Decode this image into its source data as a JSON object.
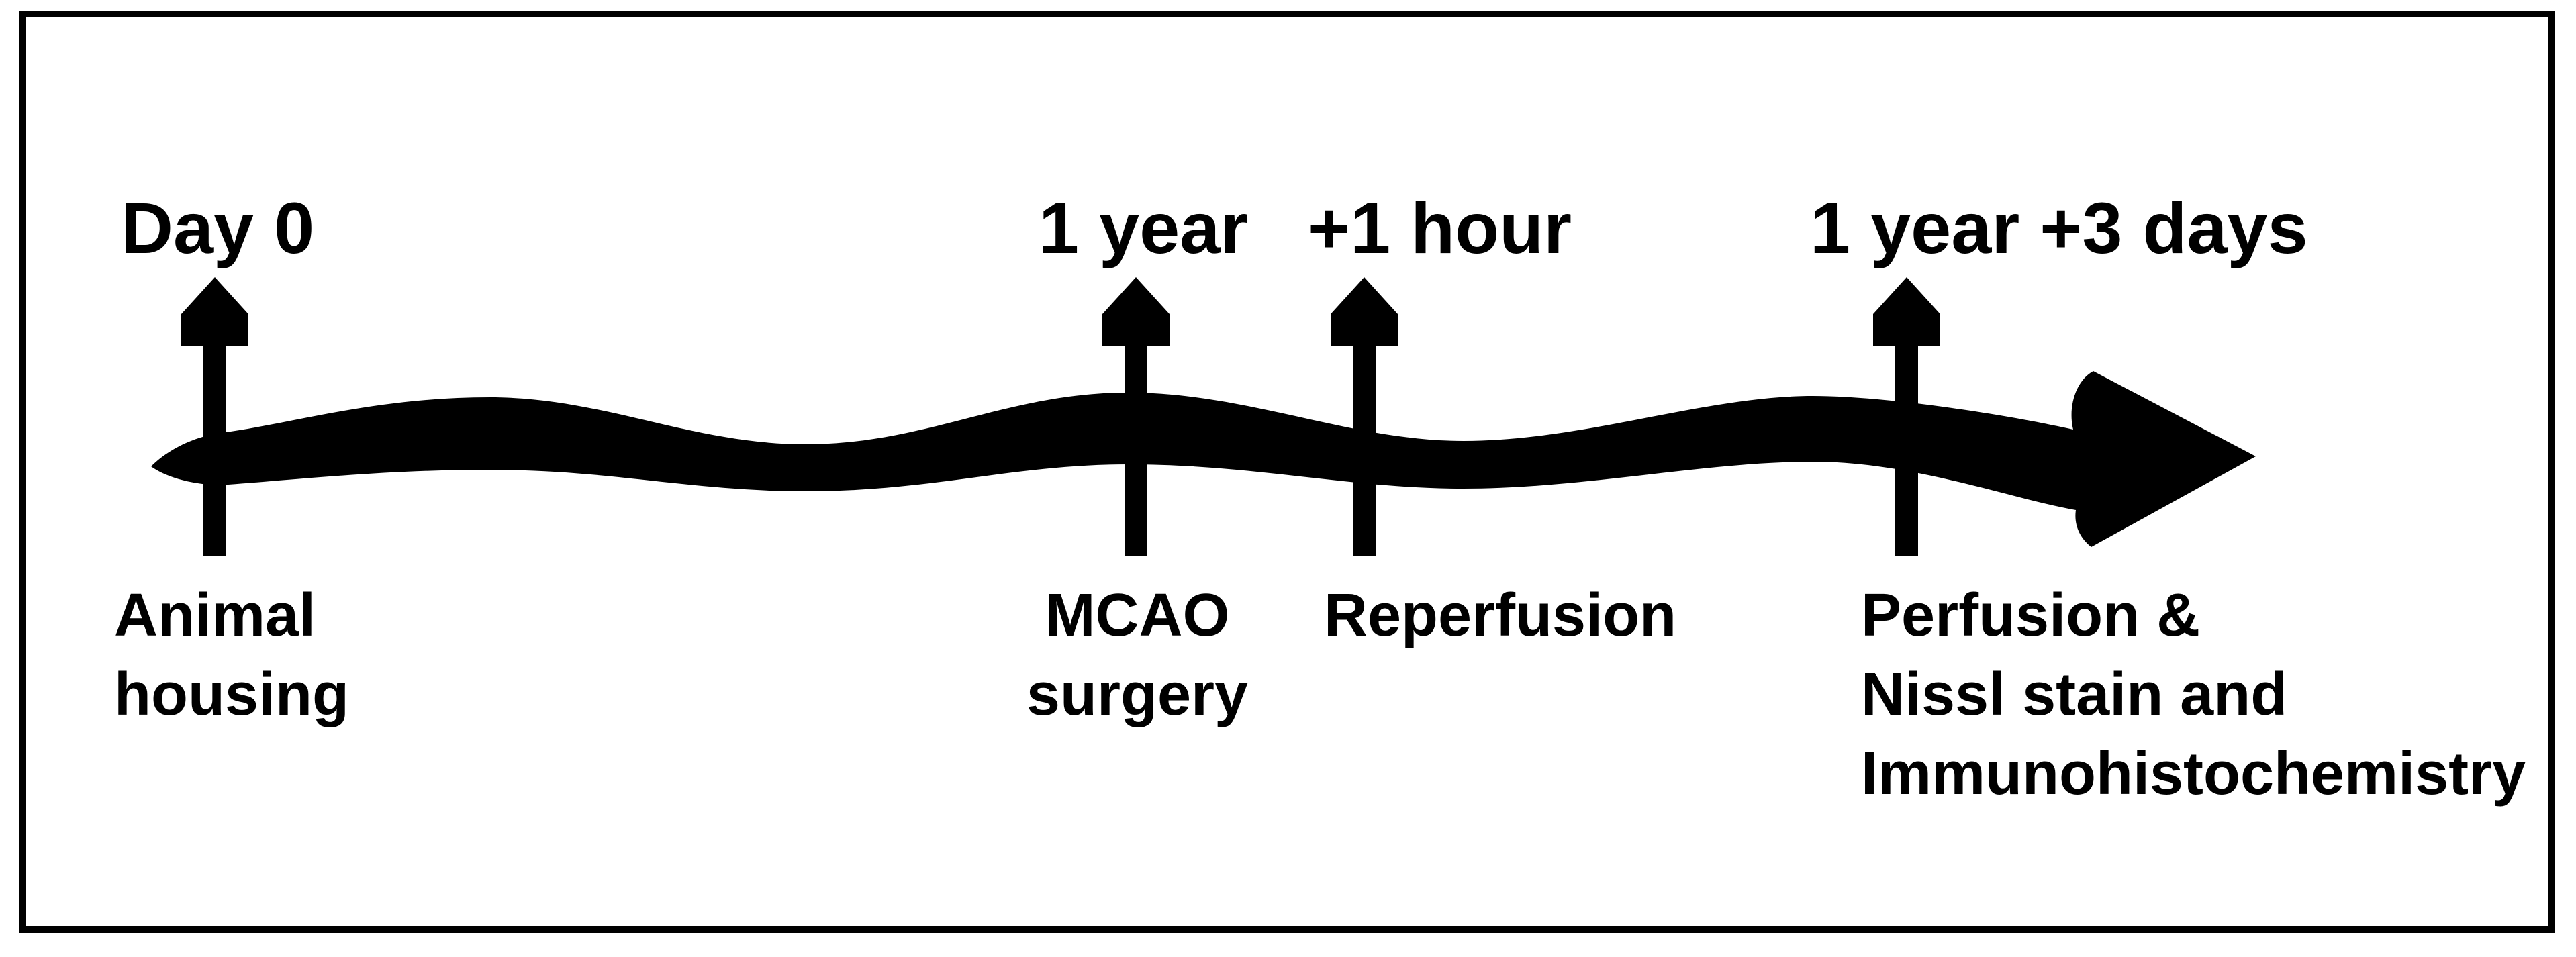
{
  "figure": {
    "type": "experimental-timeline",
    "background_color": "#ffffff",
    "ink_color": "#000000",
    "border_color": "#000000",
    "flow_arrow_icon": "wavy-right-arrow",
    "marker_arrow_icon": "up-arrow"
  },
  "timeline": {
    "direction": "left-to-right",
    "events": [
      {
        "time": "Day 0",
        "label_lines": [
          "Animal",
          "housing"
        ]
      },
      {
        "time": "1 year",
        "label_lines": [
          "MCAO",
          "surgery"
        ]
      },
      {
        "time": "+1 hour",
        "label_lines": [
          "Reperfusion"
        ]
      },
      {
        "time": "1 year +3 days",
        "label_lines": [
          "Perfusion &",
          "Nissl stain and",
          "Immunohistochemistry"
        ]
      }
    ]
  }
}
